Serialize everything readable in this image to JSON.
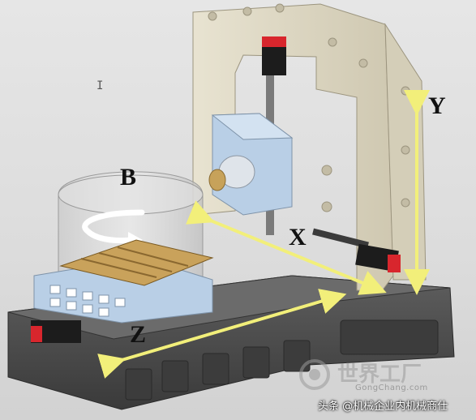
{
  "labels": {
    "y_axis": "Y",
    "x_axis": "X",
    "b_axis": "B",
    "z_axis": "Z"
  },
  "cursor_glyph": "I",
  "watermark": {
    "text": "世界工厂",
    "url": "GongChang.com"
  },
  "caption": "头条 @机械企业内机械商仕",
  "colors": {
    "arrow": "#f2ef7a",
    "frame": "#ded8c4",
    "base": "#4d4d4d",
    "table": "#c9a25b",
    "spindle_head": "#b9cfe6",
    "motor_red": "#d8262d"
  }
}
